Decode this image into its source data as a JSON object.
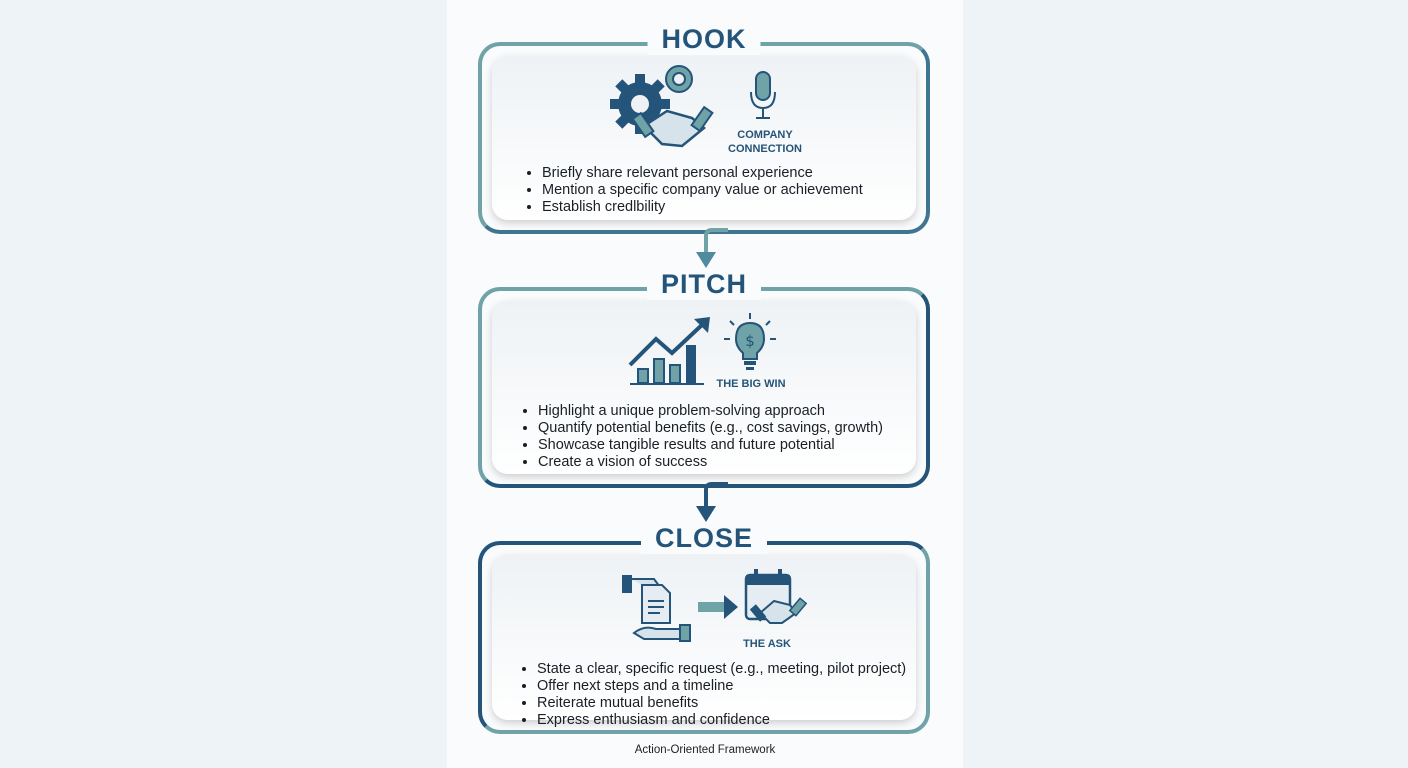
{
  "sections": [
    {
      "title": "HOOK",
      "icon_label_1": "COMPANY",
      "icon_label_2": "CONNECTION",
      "icons": [
        "gears-handshake-icon",
        "microphone-icon"
      ],
      "bullets": [
        "Briefly share relevant personal experience",
        "Mention a specific company value or achievement",
        "Establish credlbility"
      ]
    },
    {
      "title": "PITCH",
      "icon_label_1": "THE BIG WIN",
      "icons": [
        "growth-chart-icon",
        "lightbulb-dollar-icon"
      ],
      "bullets": [
        "Highlight a unique problem-solving approach",
        "Quantify potential benefits (e.g., cost savings, growth)",
        "Showcase tangible results and future potential",
        "Create a vision of success"
      ]
    },
    {
      "title": "CLOSE",
      "icon_label_1": "THE ASK",
      "icons": [
        "hand-document-icon",
        "arrow-right-icon",
        "calendar-handshake-icon"
      ],
      "bullets": [
        "State a clear, specific request (e.g., meeting, pilot project)",
        "Offer next steps and a timeline",
        "Reiterate mutual benefits",
        "Express enthusiasm and confidence"
      ]
    }
  ],
  "footer": "Action-Oriented Framework",
  "colors": {
    "navy": "#245479",
    "teal": "#6fa3a8",
    "background": "#edf3f6"
  }
}
